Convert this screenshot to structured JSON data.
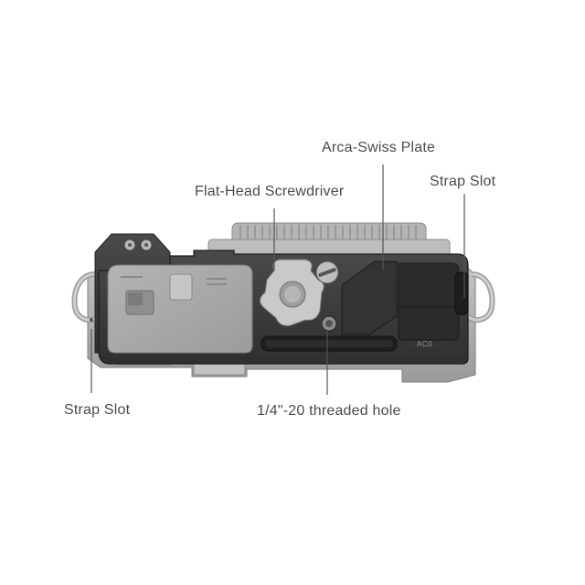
{
  "callouts": {
    "arca_swiss_plate": "Arca-Swiss Plate",
    "flat_head_screwdriver": "Flat-Head Screwdriver",
    "strap_slot_right": "Strap Slot",
    "strap_slot_left": "Strap Slot",
    "threaded_hole": "1/4\"-20 threaded hole"
  },
  "engraving": {
    "cage_mark": "AC0"
  },
  "colors": {
    "cage_metal": "#3a3a3c",
    "camera_body": "#a9a9a9",
    "background": "#ffffff",
    "leader_line": "#555555",
    "label_text": "#4a4a4a"
  }
}
